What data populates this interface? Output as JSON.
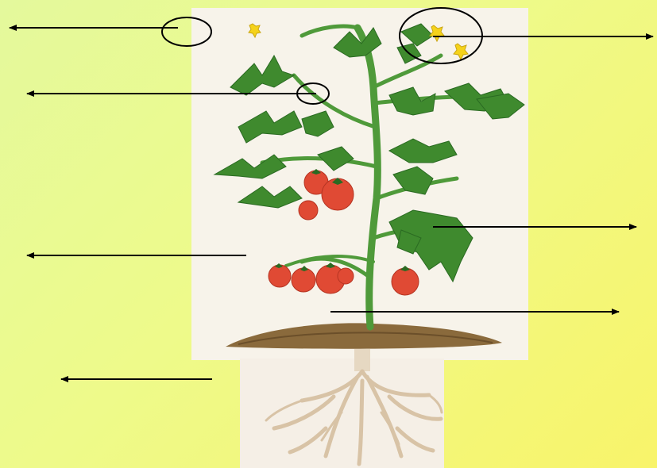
{
  "colors": {
    "background_start": "#e4f99c",
    "background_end": "#f8f46a",
    "panel": "#f7f3ea",
    "leaf": "#3f8a2e",
    "leaf_dark": "#2a6a22",
    "stem": "#4f9a3a",
    "fruit": "#e04a34",
    "flower": "#f5d21a",
    "soil": "#8a6a3c",
    "root": "#d8c3a6",
    "label_line": "#000000"
  },
  "diagram": {
    "subject": "tomato-plant",
    "parts_indicated": [
      "flower",
      "bud",
      "fruit",
      "leaf",
      "stem",
      "root"
    ],
    "label_arrows": 7,
    "labels_text": []
  }
}
